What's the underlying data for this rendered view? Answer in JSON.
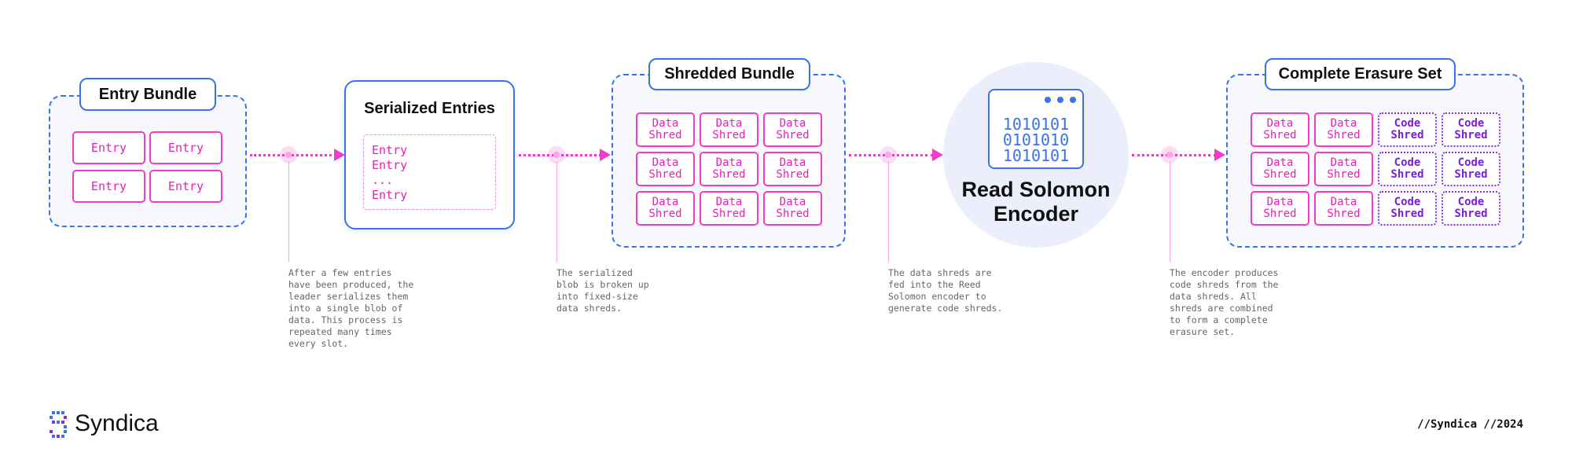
{
  "entry_bundle": {
    "title": "Entry Bundle",
    "cells": [
      "Entry",
      "Entry",
      "Entry",
      "Entry"
    ]
  },
  "serialized": {
    "title": "Serialized Entries",
    "lines": [
      "Entry",
      "Entry",
      "...",
      "Entry"
    ]
  },
  "shredded": {
    "title": "Shredded Bundle",
    "cell_label": "Data\nShred",
    "cells": [
      "Data Shred",
      "Data Shred",
      "Data Shred",
      "Data Shred",
      "Data Shred",
      "Data Shred",
      "Data Shred",
      "Data Shred",
      "Data Shred"
    ]
  },
  "encoder": {
    "binary": [
      "1010101",
      "0101010",
      "1010101"
    ],
    "label_line1": "Read Solomon",
    "label_line2": "Encoder"
  },
  "erasure_set": {
    "title": "Complete Erasure Set",
    "data_label": "Data Shred",
    "code_label": "Code Shred"
  },
  "captions": {
    "c1": "After a few entries\nhave been produced, the\nleader serializes them\ninto a single blob of\ndata. This process is\nrepeated many times\nevery slot.",
    "c2": "The serialized\nblob is broken up\ninto fixed-size\ndata shreds.",
    "c3": "The data shreds are\nfed into the Reed\nSolomon encoder to\ngenerate code shreds.",
    "c4": "The encoder produces\ncode shreds from the\ndata shreds. All\nshreds are combined\nto form a complete\nerasure set."
  },
  "brand": {
    "name": "Syndica",
    "icon": "syndica-logo-icon"
  },
  "footer": {
    "right": "//Syndica //2024"
  },
  "colors": {
    "blue": "#3b73e6",
    "pink": "#f03cc8",
    "purple": "#8a2be2",
    "circle": "#eceefb"
  }
}
